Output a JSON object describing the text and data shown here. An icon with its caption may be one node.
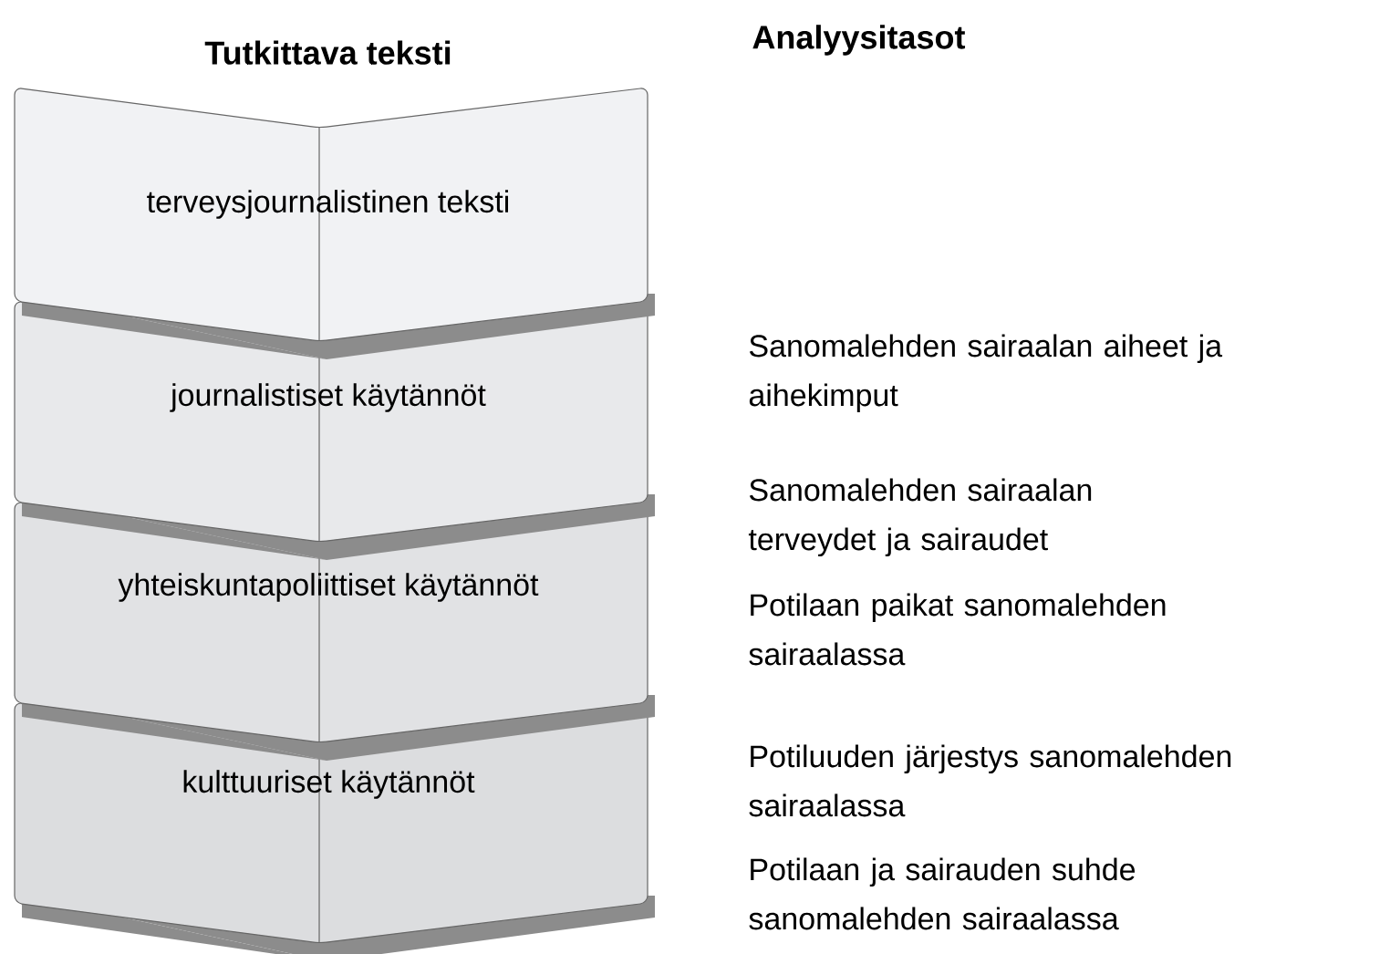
{
  "diagram": {
    "nodes": [
      {
        "text": [
          "terveysjournalistinen teksti"
        ]
      },
      {
        "text": [
          "journalistiset käytännöt"
        ]
      },
      {
        "text": [
          "yhteiskuntapoliittiset käytännöt"
        ]
      },
      {
        "text": [
          "kulttuuriset käytännöt"
        ]
      }
    ],
    "labels": [
      "Tutkittava teksti",
      "Analyysitasot",
      "Sanomalehden sairaalan aiheet ja aihekimput",
      "Sanomalehden sairaalan terveydet ja sairaudet",
      "Potilaan paikat sanomalehden sairaalassa",
      "Potiluuden järjestys sanomalehden sairaalassa",
      "Potilaan ja sairauden suhde sanomalehden sairaalassa"
    ]
  }
}
